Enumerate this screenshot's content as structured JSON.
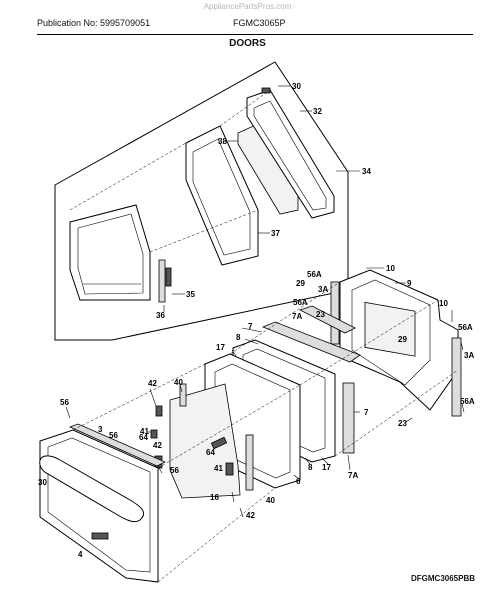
{
  "header": {
    "watermark": "AppliancePartsPros.com",
    "publication": "Publication No: 5995709051",
    "model": "FGMC3065P",
    "section_title": "DOORS",
    "footer_code": "DFGMC3065PBB"
  },
  "callouts": {
    "c30a": "30",
    "c32": "32",
    "c38": "38",
    "c34": "34",
    "c37": "37",
    "c35": "35",
    "c36": "36",
    "c10a": "10",
    "c56Aa": "56A",
    "c29a": "29",
    "c3Aa": "3A",
    "c9": "9",
    "c10b": "10",
    "c56Ab": "56A",
    "c7Aa": "7A",
    "c23a": "23",
    "c29b": "29",
    "c56Ac": "56A",
    "c3Ab": "3A",
    "c7a": "7",
    "c8a": "8",
    "c17a": "17",
    "c42a": "42",
    "c40a": "40",
    "c56a": "56",
    "c3": "3",
    "c56b": "56",
    "c41a": "41",
    "c64a": "64",
    "c42b": "42",
    "c56c": "56",
    "c64b": "64",
    "c41b": "41",
    "c16": "16",
    "c40b": "40",
    "c42c": "42",
    "c8b": "8",
    "c17b": "17",
    "c6": "6",
    "c7Ab": "7A",
    "c7b": "7",
    "c56Ad": "56A",
    "c23b": "23",
    "c30b": "30",
    "c4": "4"
  }
}
